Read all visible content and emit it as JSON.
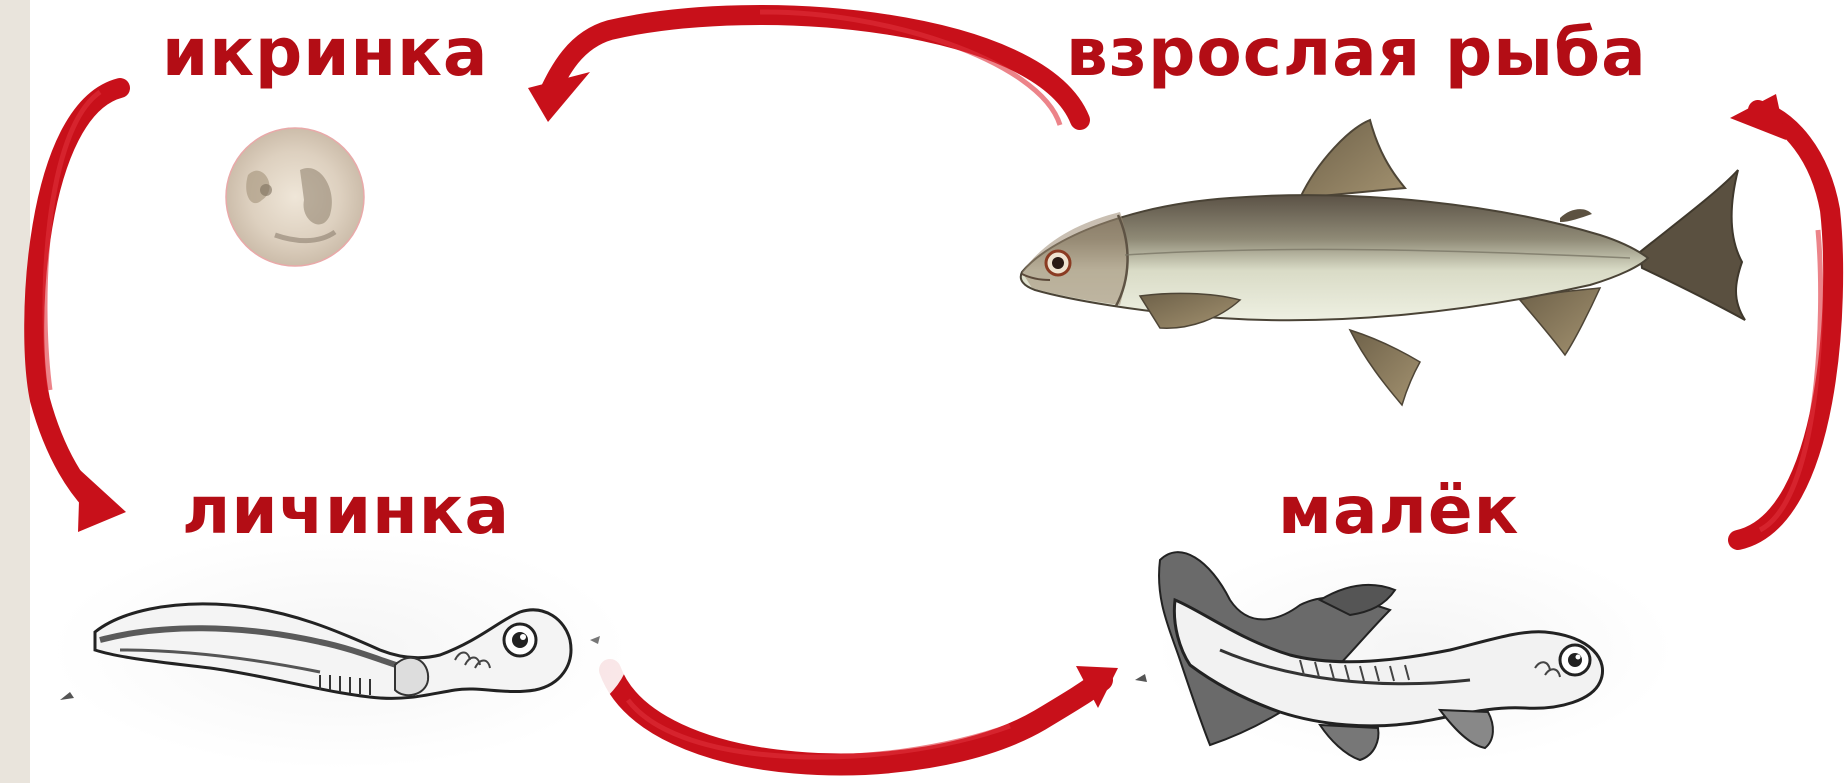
{
  "stages": {
    "egg": "икринка",
    "adult": "взрослая рыба",
    "larva": "личинка",
    "fry": "малёк"
  },
  "colors": {
    "arrow": "#c8101a",
    "label": "#b30d15",
    "frame": "#e9e4dc"
  }
}
